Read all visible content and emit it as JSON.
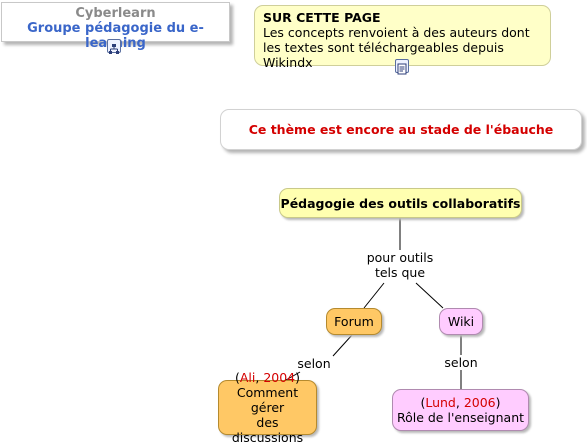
{
  "header": {
    "title": "Cyberlearn",
    "subtitle": "Groupe pédagogie du e-learning",
    "icon": "concept-map-icon"
  },
  "info": {
    "title": "SUR CETTE PAGE",
    "line1": "Les concepts renvoient à des auteurs dont",
    "line2": "les textes sont téléchargeables depuis Wikindx",
    "icon": "notes-icon"
  },
  "notice": {
    "text": "Ce thème est encore au stade de l'ébauche"
  },
  "diagram": {
    "main": "Pédagogie des outils collaboratifs",
    "link_main_line1": "pour outils",
    "link_main_line2": "tels que",
    "forum": "Forum",
    "wiki": "Wiki",
    "link_forum": "selon",
    "link_wiki": "selon",
    "ali": {
      "open": "(",
      "author": "Ali",
      "sep": ", ",
      "year": "2004",
      "close": ")",
      "line2": "Comment gérer",
      "line3": "des discussions"
    },
    "lund": {
      "open": "(",
      "author": "Lund",
      "sep": ", ",
      "year": "2006",
      "close": ")",
      "line2": "Rôle de l'enseignant"
    }
  },
  "colors": {
    "citation": "#d40000",
    "notice": "#d40000",
    "header_subtitle": "#3a66c9",
    "forum_fill": "#ffc865",
    "wiki_fill": "#ffccff",
    "main_fill": "#ffffb0",
    "info_fill": "#ffffc8"
  }
}
